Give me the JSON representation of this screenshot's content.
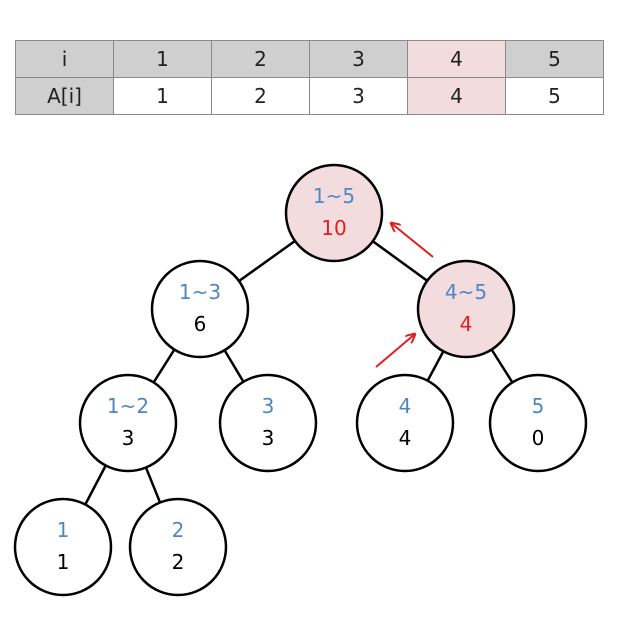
{
  "table": {
    "header": [
      "i",
      "1",
      "2",
      "3",
      "4",
      "5"
    ],
    "values": [
      "A[i]",
      "1",
      "2",
      "3",
      "4",
      "5"
    ],
    "highlight_column": 4
  },
  "colors": {
    "range": "#4f86c6",
    "highlight_sum": "#e02020",
    "highlight_fill": "#f3dcdd",
    "arrow": "#e02020"
  },
  "tree": {
    "nodes": [
      {
        "id": "n1to5",
        "range": "1~5",
        "sum": "10",
        "highlight": true
      },
      {
        "id": "n1to3",
        "range": "1~3",
        "sum": "6",
        "highlight": false
      },
      {
        "id": "n4to5",
        "range": "4~5",
        "sum": "4",
        "highlight": true
      },
      {
        "id": "n1to2",
        "range": "1~2",
        "sum": "3",
        "highlight": false
      },
      {
        "id": "n3",
        "range": "3",
        "sum": "3",
        "highlight": false
      },
      {
        "id": "n4",
        "range": "4",
        "sum": "4",
        "highlight": false
      },
      {
        "id": "n5",
        "range": "5",
        "sum": "0",
        "highlight": false
      },
      {
        "id": "n1",
        "range": "1",
        "sum": "1",
        "highlight": false
      },
      {
        "id": "n2",
        "range": "2",
        "sum": "2",
        "highlight": false
      }
    ],
    "edges": [
      [
        "n1to5",
        "n1to3"
      ],
      [
        "n1to5",
        "n4to5"
      ],
      [
        "n1to3",
        "n1to2"
      ],
      [
        "n1to3",
        "n3"
      ],
      [
        "n4to5",
        "n4"
      ],
      [
        "n4to5",
        "n5"
      ],
      [
        "n1to2",
        "n1"
      ],
      [
        "n1to2",
        "n2"
      ]
    ],
    "update_path_arrows": [
      [
        "n4",
        "n4to5"
      ],
      [
        "n4to5",
        "n1to5"
      ]
    ]
  }
}
